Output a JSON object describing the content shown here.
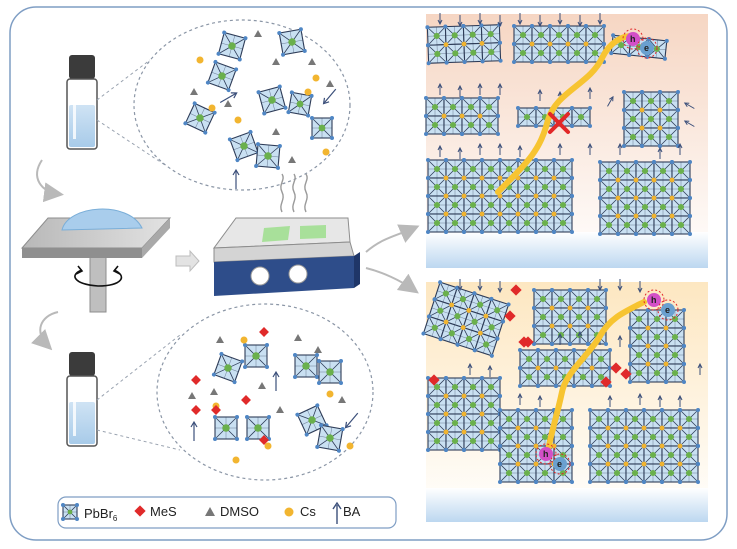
{
  "colors": {
    "octa_fill": "#c9e0f2",
    "octa_stroke": "#2e3c58",
    "octa_center": "#6ab04c",
    "corner": "#4f86c4",
    "mes": "#e02a2a",
    "dmso": "#777777",
    "cs": "#f2b530",
    "ba": "#3b4f7a",
    "path": "#f7c431",
    "hole": "#d34fc7",
    "electron": "#6aa0cf",
    "top_bg_top": "#f6d6c3",
    "bottom_bg_top": "#fde7c1",
    "substrate": "#bcd7f0"
  },
  "legend": {
    "pbbr6_main": "PbBr",
    "pbbr6_sub": "6",
    "mes": "MeS",
    "dmso": "DMSO",
    "cs": "Cs",
    "ba": "BA"
  },
  "carriers": {
    "hole": "h",
    "electron": "e"
  },
  "icons": [
    "vial-icon",
    "spin-coater-icon",
    "rotation-arrow-icon",
    "hot-plate-icon",
    "heat-waves-icon",
    "block-cross-icon",
    "curved-arrow-icon"
  ]
}
